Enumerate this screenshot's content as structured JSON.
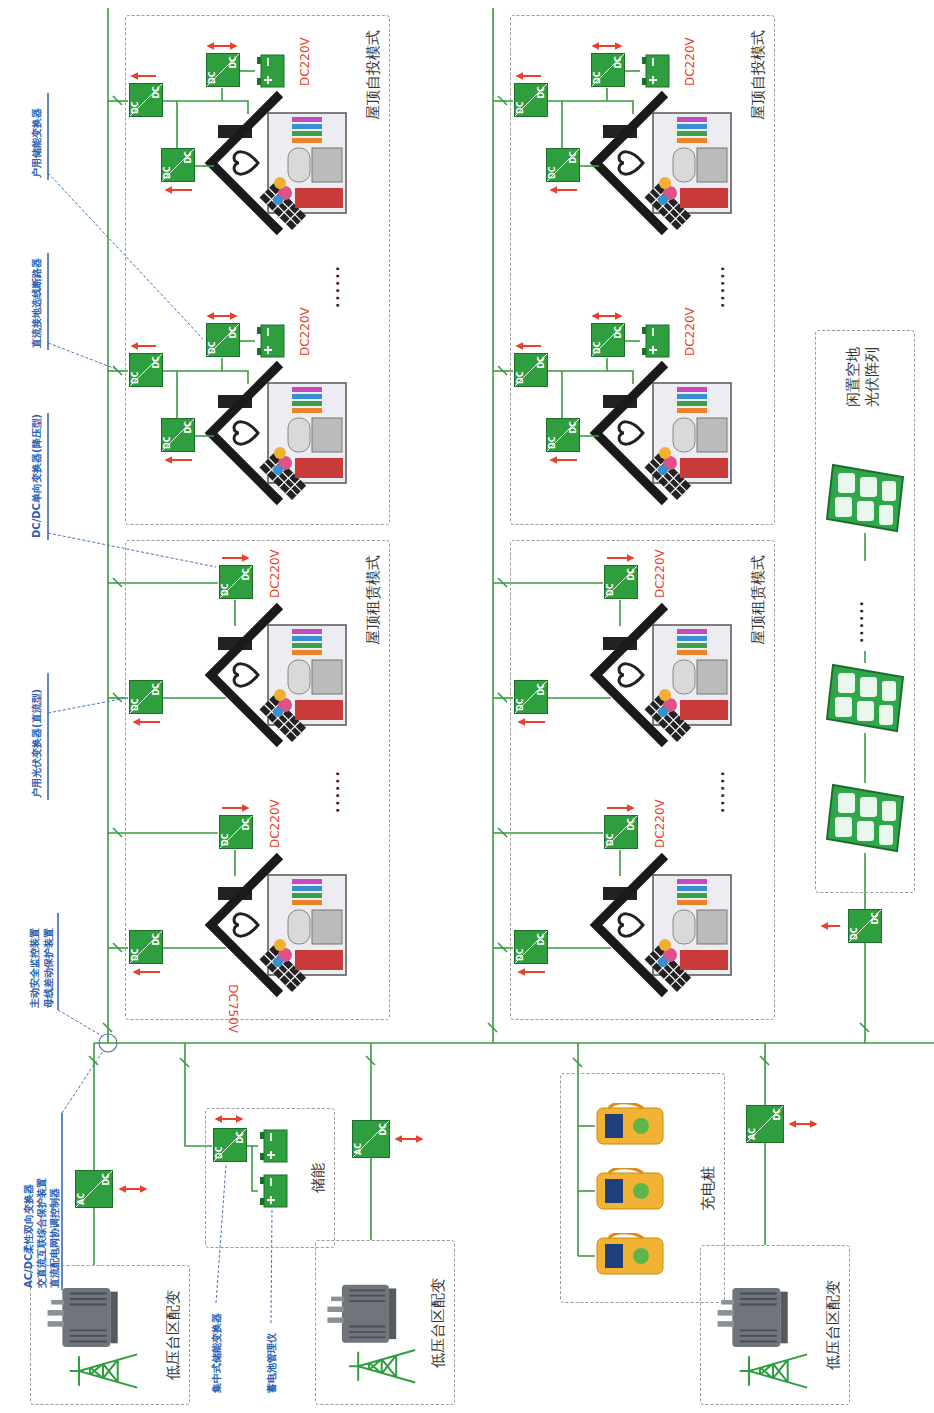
{
  "diagram": {
    "nodes": [
      {
        "text": [
          "低压台区配变"
        ]
      },
      {
        "text": [
          "AC",
          "DC"
        ]
      },
      {
        "text": [
          "储能"
        ]
      },
      {
        "text": [
          "DC",
          "DC"
        ],
        "in": 2
      },
      {
        "text": [
          "低压台区配变"
        ]
      },
      {
        "text": [
          "AC",
          "DC"
        ]
      },
      {
        "text": [
          "充电桩"
        ]
      },
      {
        "text": [
          "低压台区配变"
        ]
      },
      {
        "text": [
          "AC",
          "DC"
        ]
      },
      {
        "text": [
          "屋顶租赁模式"
        ]
      },
      {
        "text": [
          "DC",
          "DC"
        ],
        "in": 9
      },
      {
        "text": [
          "DC",
          "DC"
        ],
        "in": 9
      },
      {
        "text": [
          "DC",
          "DC"
        ],
        "in": 9
      },
      {
        "text": [
          "DC",
          "DC"
        ],
        "in": 9
      },
      {
        "text": [
          "屋顶自投模式"
        ]
      },
      {
        "text": [
          "DC",
          "DC"
        ],
        "in": 14
      },
      {
        "text": [
          "DC",
          "DC"
        ],
        "in": 14
      },
      {
        "text": [
          "DC",
          "DC"
        ],
        "in": 14
      },
      {
        "text": [
          "DC",
          "DC"
        ],
        "in": 14
      },
      {
        "text": [
          "DC",
          "DC"
        ],
        "in": 14
      },
      {
        "text": [
          "DC",
          "DC"
        ],
        "in": 14
      },
      {
        "text": [
          "屋顶租赁模式"
        ]
      },
      {
        "text": [
          "DC",
          "DC"
        ],
        "in": 21
      },
      {
        "text": [
          "DC",
          "DC"
        ],
        "in": 21
      },
      {
        "text": [
          "DC",
          "DC"
        ],
        "in": 21
      },
      {
        "text": [
          "DC",
          "DC"
        ],
        "in": 21
      },
      {
        "text": [
          "屋顶自投模式"
        ]
      },
      {
        "text": [
          "DC",
          "DC"
        ],
        "in": 26
      },
      {
        "text": [
          "DC",
          "DC"
        ],
        "in": 26
      },
      {
        "text": [
          "DC",
          "DC"
        ],
        "in": 26
      },
      {
        "text": [
          "DC",
          "DC"
        ],
        "in": 26
      },
      {
        "text": [
          "DC",
          "DC"
        ],
        "in": 26
      },
      {
        "text": [
          "DC",
          "DC"
        ],
        "in": 26
      },
      {
        "text": [
          "闲置空地 光伏阵列"
        ]
      },
      {
        "text": [
          "DC",
          "DC"
        ]
      }
    ],
    "edges": [
      {
        "from": 0,
        "to": 1,
        "arrow": "none"
      },
      {
        "from": 4,
        "to": 5,
        "arrow": "none"
      },
      {
        "from": 7,
        "to": 8,
        "arrow": "none"
      }
    ],
    "labels": [
      "AC/DC柔性双向变换器",
      "交直流互联综合保护装置",
      "直流配电网协调控制器",
      "主动安全监控装置",
      "母线差动保护装置",
      "户用光伏变换器(直流型)",
      "DC/DC单向变换器(降压型)",
      "直流接地选线断路器",
      "户用储能变换器",
      "集中式储能变换器",
      "蓄电池管理仪",
      "DC750V",
      "DC220V",
      "DC220V",
      "DC220V",
      "DC220V",
      "DC220V",
      "DC220V",
      "DC220V",
      "DC220V",
      "......",
      "......",
      "......",
      "......",
      "......"
    ]
  }
}
